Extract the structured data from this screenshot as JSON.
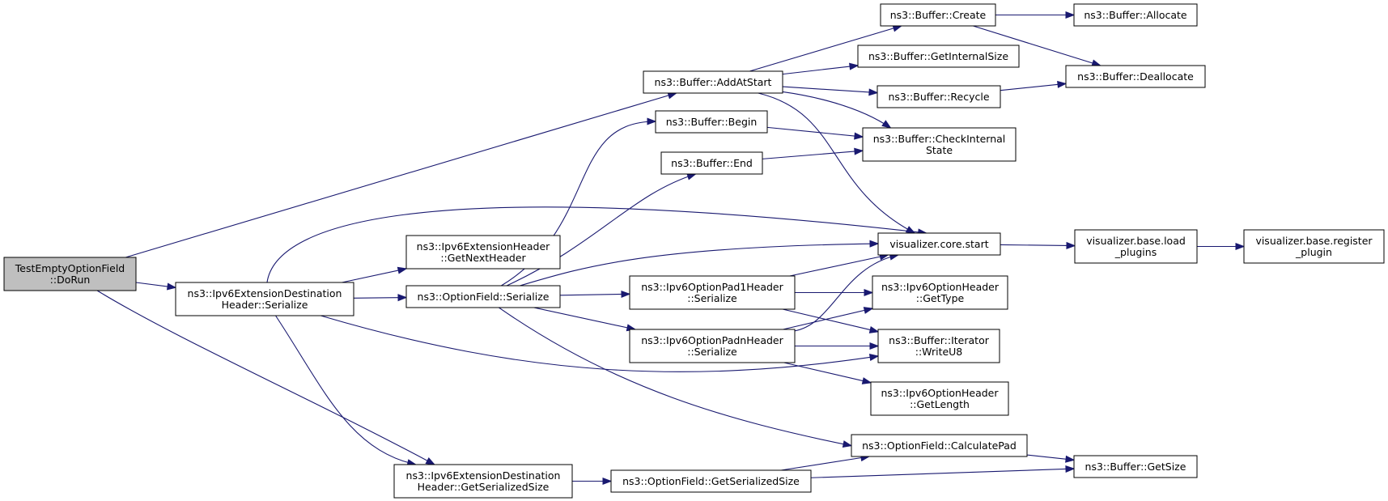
{
  "graph": {
    "kind": "call-graph",
    "colors": {
      "edge": "#191970",
      "root_fill": "#bfbfbf",
      "node_fill": "#ffffff",
      "node_stroke": "#000000"
    },
    "nodes": {
      "do_run": {
        "lines": [
          "TestEmptyOptionField",
          "::DoRun"
        ],
        "root": true
      },
      "dest_serialize": {
        "lines": [
          "ns3::Ipv6ExtensionDestination",
          "Header::Serialize"
        ]
      },
      "dest_getsize": {
        "lines": [
          "ns3::Ipv6ExtensionDestination",
          "Header::GetSerializedSize"
        ]
      },
      "ext_nextheader": {
        "lines": [
          "ns3::Ipv6ExtensionHeader",
          "::GetNextHeader"
        ]
      },
      "of_serialize": {
        "lines": [
          "ns3::OptionField::Serialize"
        ]
      },
      "of_getsize": {
        "lines": [
          "ns3::OptionField::GetSerializedSize"
        ]
      },
      "buf_addatstart": {
        "lines": [
          "ns3::Buffer::AddAtStart"
        ]
      },
      "buf_begin": {
        "lines": [
          "ns3::Buffer::Begin"
        ]
      },
      "buf_end": {
        "lines": [
          "ns3::Buffer::End"
        ]
      },
      "pad1_serialize": {
        "lines": [
          "ns3::Ipv6OptionPad1Header",
          "::Serialize"
        ]
      },
      "padn_serialize": {
        "lines": [
          "ns3::Ipv6OptionPadnHeader",
          "::Serialize"
        ]
      },
      "buf_create": {
        "lines": [
          "ns3::Buffer::Create"
        ]
      },
      "buf_internalsize": {
        "lines": [
          "ns3::Buffer::GetInternalSize"
        ]
      },
      "buf_recycle": {
        "lines": [
          "ns3::Buffer::Recycle"
        ]
      },
      "buf_checkstate": {
        "lines": [
          "ns3::Buffer::CheckInternal",
          "State"
        ]
      },
      "vis_start": {
        "lines": [
          "visualizer.core.start"
        ]
      },
      "opt_gettype": {
        "lines": [
          "ns3::Ipv6OptionHeader",
          "::GetType"
        ]
      },
      "iter_writeu8": {
        "lines": [
          "ns3::Buffer::Iterator",
          "::WriteU8"
        ]
      },
      "opt_getlength": {
        "lines": [
          "ns3::Ipv6OptionHeader",
          "::GetLength"
        ]
      },
      "of_calcpad": {
        "lines": [
          "ns3::OptionField::CalculatePad"
        ]
      },
      "buf_allocate": {
        "lines": [
          "ns3::Buffer::Allocate"
        ]
      },
      "buf_deallocate": {
        "lines": [
          "ns3::Buffer::Deallocate"
        ]
      },
      "vis_loadplugins": {
        "lines": [
          "visualizer.base.load",
          "_plugins"
        ]
      },
      "vis_register": {
        "lines": [
          "visualizer.base.register",
          "_plugin"
        ]
      },
      "buf_getsize": {
        "lines": [
          "ns3::Buffer::GetSize"
        ]
      }
    },
    "edges": [
      [
        "do_run",
        "buf_addatstart"
      ],
      [
        "do_run",
        "dest_serialize"
      ],
      [
        "do_run",
        "dest_getsize"
      ],
      [
        "dest_serialize",
        "vis_start"
      ],
      [
        "dest_serialize",
        "ext_nextheader"
      ],
      [
        "dest_serialize",
        "of_serialize"
      ],
      [
        "dest_serialize",
        "iter_writeu8"
      ],
      [
        "dest_serialize",
        "dest_getsize"
      ],
      [
        "of_serialize",
        "buf_begin"
      ],
      [
        "of_serialize",
        "buf_end"
      ],
      [
        "of_serialize",
        "vis_start"
      ],
      [
        "of_serialize",
        "pad1_serialize"
      ],
      [
        "of_serialize",
        "padn_serialize"
      ],
      [
        "of_serialize",
        "of_calcpad"
      ],
      [
        "dest_getsize",
        "of_getsize"
      ],
      [
        "of_getsize",
        "of_calcpad"
      ],
      [
        "of_getsize",
        "buf_getsize"
      ],
      [
        "buf_addatstart",
        "buf_create"
      ],
      [
        "buf_addatstart",
        "buf_internalsize"
      ],
      [
        "buf_addatstart",
        "buf_recycle"
      ],
      [
        "buf_addatstart",
        "buf_checkstate"
      ],
      [
        "buf_addatstart",
        "vis_start"
      ],
      [
        "buf_begin",
        "buf_checkstate"
      ],
      [
        "buf_end",
        "buf_checkstate"
      ],
      [
        "pad1_serialize",
        "vis_start"
      ],
      [
        "pad1_serialize",
        "opt_gettype"
      ],
      [
        "pad1_serialize",
        "iter_writeu8"
      ],
      [
        "padn_serialize",
        "vis_start"
      ],
      [
        "padn_serialize",
        "opt_gettype"
      ],
      [
        "padn_serialize",
        "iter_writeu8"
      ],
      [
        "padn_serialize",
        "opt_getlength"
      ],
      [
        "buf_create",
        "buf_allocate"
      ],
      [
        "buf_create",
        "buf_deallocate"
      ],
      [
        "buf_recycle",
        "buf_deallocate"
      ],
      [
        "vis_start",
        "vis_loadplugins"
      ],
      [
        "vis_loadplugins",
        "vis_register"
      ],
      [
        "of_calcpad",
        "buf_getsize"
      ]
    ]
  }
}
